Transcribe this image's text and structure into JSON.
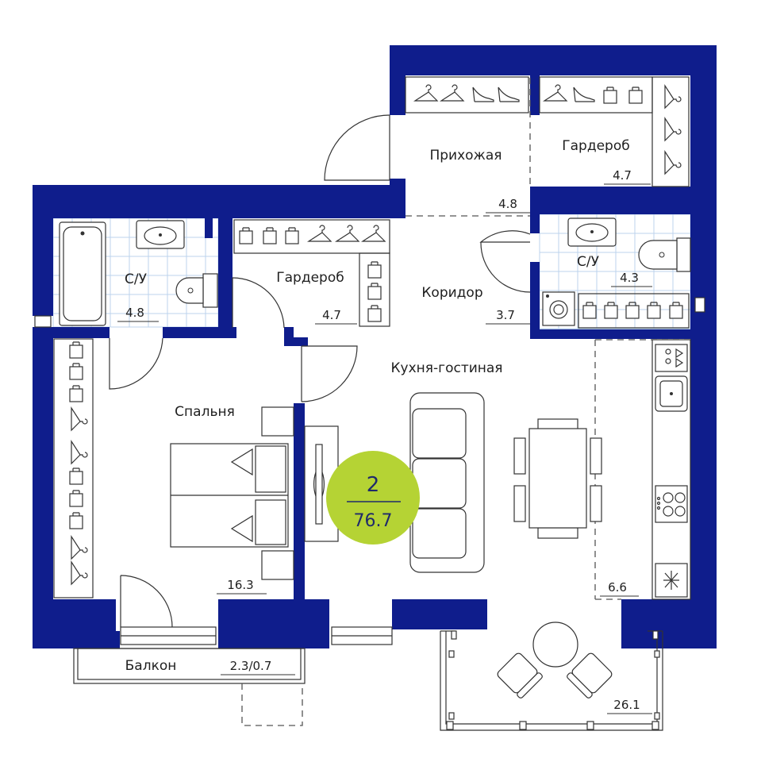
{
  "plan": {
    "rooms_count": "2",
    "total_area": "76.7",
    "accent_color": "#b5d334",
    "wall_color": "#0f1d8c"
  },
  "rooms": {
    "hallway": {
      "name": "Прихожая",
      "area": "4.8"
    },
    "wardrobe_top": {
      "name": "Гардероб",
      "area": "4.7"
    },
    "bathroom_left": {
      "name": "С/У",
      "area": "4.8"
    },
    "wardrobe_mid": {
      "name": "Гардероб",
      "area": "4.7"
    },
    "corridor": {
      "name": "Коридор",
      "area": "3.7"
    },
    "bathroom_right": {
      "name": "С/У",
      "area": "4.3"
    },
    "kitchen_living": {
      "name": "Кухня-гостиная",
      "area": "26.1"
    },
    "kitchen_zone": {
      "area": "6.6"
    },
    "bedroom": {
      "name": "Спальня",
      "area": "16.3"
    },
    "balcony": {
      "name": "Балкон",
      "area": "2.3/0.7"
    }
  },
  "icons": [
    "hanger-icon",
    "shoe-icon",
    "bag-icon",
    "sink-icon",
    "bathtub-icon",
    "toilet-icon",
    "washing-machine-icon",
    "bed-icon",
    "sofa-icon",
    "tv-icon",
    "dining-table-icon",
    "stove-icon",
    "fridge-icon",
    "door-icon",
    "window-icon"
  ]
}
